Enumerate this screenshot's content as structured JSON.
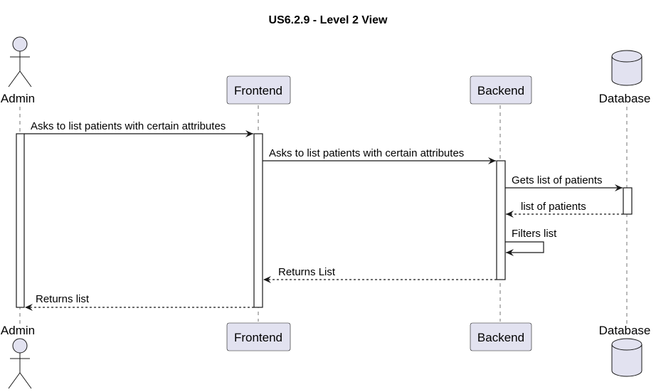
{
  "title": "US6.2.9 - Level 2 View",
  "participants": {
    "admin": "Admin",
    "frontend": "Frontend",
    "backend": "Backend",
    "database": "Database"
  },
  "messages": [
    {
      "from": "Admin",
      "to": "Frontend",
      "label": "Asks to list patients with certain attributes",
      "style": "solid"
    },
    {
      "from": "Frontend",
      "to": "Backend",
      "label": "Asks to list patients with certain attributes",
      "style": "solid"
    },
    {
      "from": "Backend",
      "to": "Database",
      "label": "Gets list of patients",
      "style": "solid"
    },
    {
      "from": "Database",
      "to": "Backend",
      "label": "list of patients",
      "style": "dashed"
    },
    {
      "from": "Backend",
      "to": "Backend",
      "label": "Filters list",
      "style": "solid"
    },
    {
      "from": "Backend",
      "to": "Frontend",
      "label": "Returns List",
      "style": "dashed"
    },
    {
      "from": "Frontend",
      "to": "Admin",
      "label": "Returns list",
      "style": "dashed"
    }
  ],
  "colors": {
    "participant_fill": "#E2E2F0",
    "line": "#181818"
  }
}
